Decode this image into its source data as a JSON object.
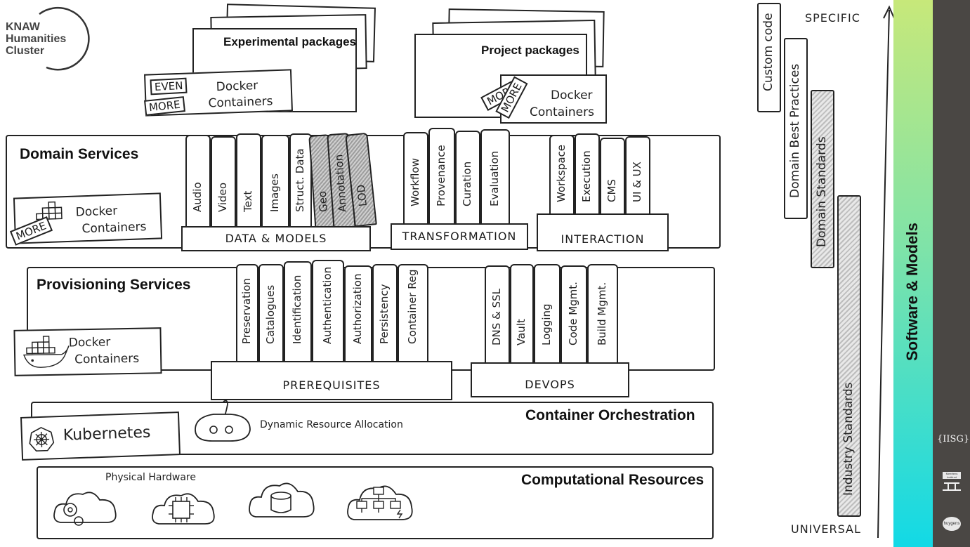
{
  "logo": {
    "line1": "KNAW",
    "line2": "Humanities",
    "line3": "Cluster"
  },
  "experimental": {
    "title": "Experimental packages",
    "tag_even": "EVEN",
    "tag_more": "MORE",
    "docker1": "Docker",
    "docker2": "Containers"
  },
  "project": {
    "title": "Project packages",
    "tag_more1": "MORE",
    "tag_more2": "MORE",
    "docker1": "Docker",
    "docker2": "Containers"
  },
  "domain": {
    "title": "Domain Services",
    "docker1": "Docker",
    "docker2": "Containers",
    "tag_more": "MORE",
    "data_models": {
      "label": "DATA & MODELS",
      "books": [
        "Audio",
        "Video",
        "Text",
        "Images",
        "Struct. Data",
        "Geo",
        "Annotation",
        "LOD"
      ]
    },
    "transformation": {
      "label": "TRANSFORMATION",
      "books": [
        "Workflow",
        "Provenance",
        "Curation",
        "Evaluation"
      ]
    },
    "interaction": {
      "label": "INTERACTION",
      "books": [
        "Workspace",
        "Execution",
        "CMS",
        "UI & UX"
      ]
    }
  },
  "provisioning": {
    "title": "Provisioning Services",
    "docker1": "Docker",
    "docker2": "Containers",
    "prerequisites": {
      "label": "PREREQUISITES",
      "books": [
        "Preservation",
        "Catalogues",
        "Identification",
        "Authentication",
        "Authorization",
        "Persistency",
        "Container Reg"
      ]
    },
    "devops": {
      "label": "DEVOPS",
      "books": [
        "DNS & SSL",
        "Vault",
        "Logging",
        "Code Mgmt.",
        "Build Mgmt."
      ]
    }
  },
  "orchestration": {
    "title": "Container Orchestration",
    "kubernetes": "Kubernetes",
    "dynamic": "Dynamic Resource Allocation"
  },
  "computational": {
    "title": "Computational Resources",
    "physical": "Physical Hardware"
  },
  "scale": {
    "specific": "SPECIFIC",
    "universal": "UNIVERSAL",
    "bars": [
      "Custom code",
      "Domain Best Practices",
      "Domain Standards",
      "Industry Standards"
    ]
  },
  "sidebar": {
    "title": "Software & Models",
    "logo1": "{IISG}",
    "logo2": "Meertens Instituut",
    "logo3": "huygens ing"
  },
  "colors": {
    "sidebar_dark": "#4a4744",
    "gradient_top": "#c7e87a",
    "gradient_bottom": "#12d9e6",
    "hatch_dark": "#9d9d9d"
  }
}
